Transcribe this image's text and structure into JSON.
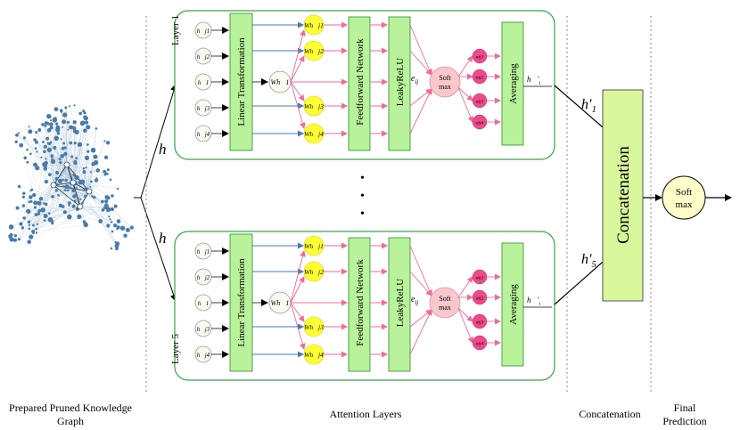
{
  "sections": {
    "graph": "Prepared Pruned Knowledge Graph",
    "attention": "Attention Layers",
    "concat": "Concatenation",
    "final": "Final Prediction"
  },
  "layer_labels": [
    "Layer 1",
    "Layer 5"
  ],
  "blocks": {
    "linear": "Linear Transformation",
    "feedforward": "Feedforward Network",
    "leaky": "LeakyReLU",
    "averaging": "Averaging",
    "softmax": "Soft max",
    "concat": "Concatenation",
    "final_softmax": "Soft max"
  },
  "symbols": {
    "h": "h",
    "e_ij": "e",
    "e_ij_sub": "ij",
    "h1_prime": "h′",
    "h1_prime_sub": "1",
    "h5_prime": "h′",
    "h5_prime_sub": "5",
    "hi_prime": "h⃗′",
    "hi_prime_sub": "i",
    "ellipsis": [
      "•",
      "•",
      "•"
    ]
  },
  "layer1": {
    "neighbors": [
      "h⃗j1",
      "h⃗j2",
      "h⃗j3",
      "h⃗j4"
    ],
    "center": "h⃗1",
    "transformed": [
      "Wh⃗j1",
      "Wh⃗j2",
      "Wh⃗j3",
      "Wh⃗j4"
    ],
    "center_w": "Wh⃗1",
    "alphas": [
      "αij1",
      "αij2",
      "αij3",
      "αij4"
    ]
  },
  "layer5": {
    "neighbors": [
      "h⃗j1",
      "h⃗j2",
      "h⃗j3",
      "h⃗j4"
    ],
    "center": "h⃗1",
    "transformed": [
      "Wh⃗j1",
      "Wh⃗j2",
      "Wh⃗j3",
      "Wh⃗j4"
    ],
    "center_w": "Wh⃗1",
    "alphas": [
      "αij1",
      "αij2",
      "αij3",
      "αij4"
    ]
  },
  "colors": {
    "green_box": "#b8f29a",
    "green_border": "#2e8b2e",
    "panel_border": "#3aa14a",
    "yellow_node": "#ffff33",
    "softmax_fill": "#f8c8cc",
    "pink_node": "#ee4a8a",
    "pink_arrow": "#f06a9a",
    "blue_arrow": "#4a78b8",
    "concat_fill": "#d8f79a",
    "final_fill": "#ffffcc",
    "graph_node": "#4a7aa8"
  }
}
